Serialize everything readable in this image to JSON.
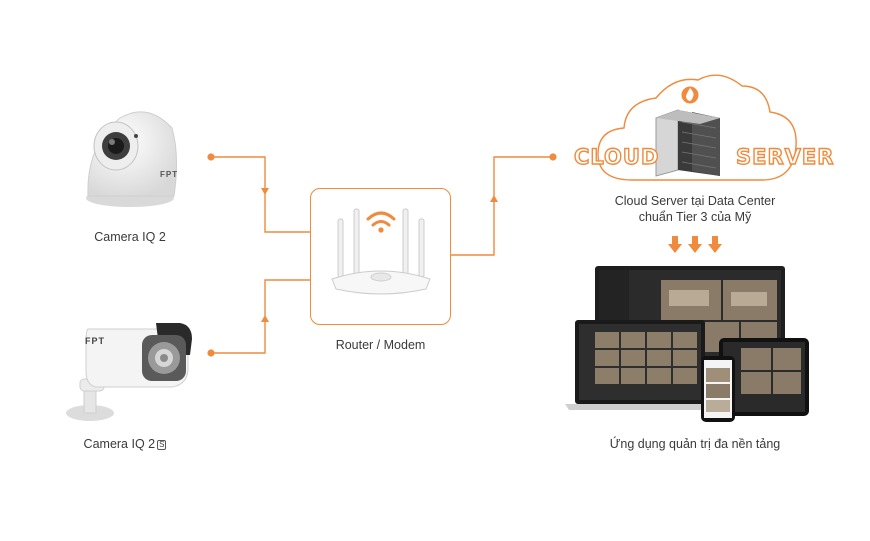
{
  "colors": {
    "accent": "#f08a3c",
    "line": "#f08a3c",
    "text": "#3a3a3a"
  },
  "devices": {
    "camera1": {
      "label": "Camera IQ 2",
      "brand": "FPT"
    },
    "camera2": {
      "label": "Camera IQ 2",
      "badge": "S",
      "brand": "FPT"
    },
    "router": {
      "label": "Router / Modem",
      "icon": "wifi-icon"
    },
    "cloud": {
      "word_left": "CLOUD",
      "word_right": "SERVER",
      "caption_line1": "Cloud Server tại Data Center",
      "caption_line2": "chuẩn Tier 3 của Mỹ",
      "icon": "flame-icon"
    },
    "apps": {
      "label": "Ứng dụng quản trị đa nền tảng"
    }
  }
}
